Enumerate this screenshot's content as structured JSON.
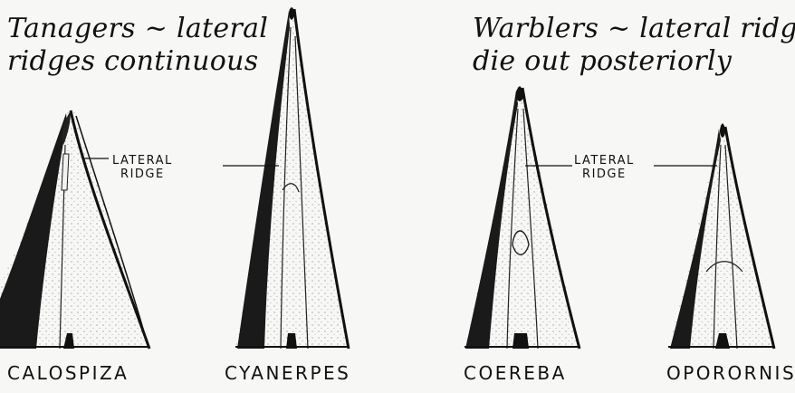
{
  "groups": {
    "tanagers": {
      "heading_line1": "Tanagers ~ lateral",
      "heading_line2": "ridges continuous"
    },
    "warblers": {
      "heading_line1": "Warblers ~ lateral ridges",
      "heading_line2": "die out posteriorly"
    }
  },
  "ridge_label": {
    "line1": "LATERAL",
    "line2": "RIDGE"
  },
  "genera": [
    "CALOSPIZA",
    "CYANERPES",
    "COEREBA",
    "OPORORNIS"
  ]
}
